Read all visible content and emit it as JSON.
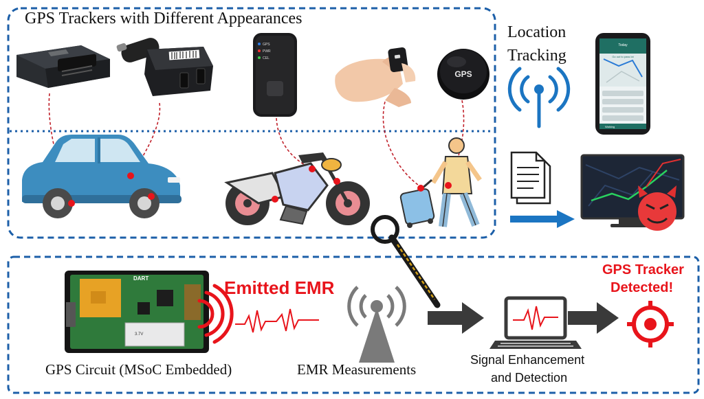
{
  "top_section": {
    "title": "GPS Trackers with Different Appearances"
  },
  "location_tracking": {
    "label_line1": "Location",
    "label_line2": "Tracking"
  },
  "devices": {
    "puck_text": "GPS",
    "led_labels": [
      "GPS",
      "PWR",
      "CEL"
    ]
  },
  "phone": {
    "app_title": "Today",
    "app_bar": "Walking",
    "banner": "Go out to pass lot"
  },
  "bottom_section": {
    "gps_circuit_label": "GPS Circuit (MSoC Embedded)",
    "emitted_label": "Emitted EMR",
    "emr_label": "EMR Measurements",
    "signal_label_line1": "Signal Enhancement",
    "signal_label_line2": "and Detection",
    "detected_line1": "GPS Tracker",
    "detected_line2": "Detected!",
    "board_brand": "DART",
    "battery_text": "3.7V"
  },
  "colors": {
    "dashed_border": "#1c5fa8",
    "accent_red": "#e8141b",
    "car_blue": "#3d8dbf",
    "arrow_blue": "#1b75c2",
    "arrow_gray": "#3a3a3a"
  }
}
